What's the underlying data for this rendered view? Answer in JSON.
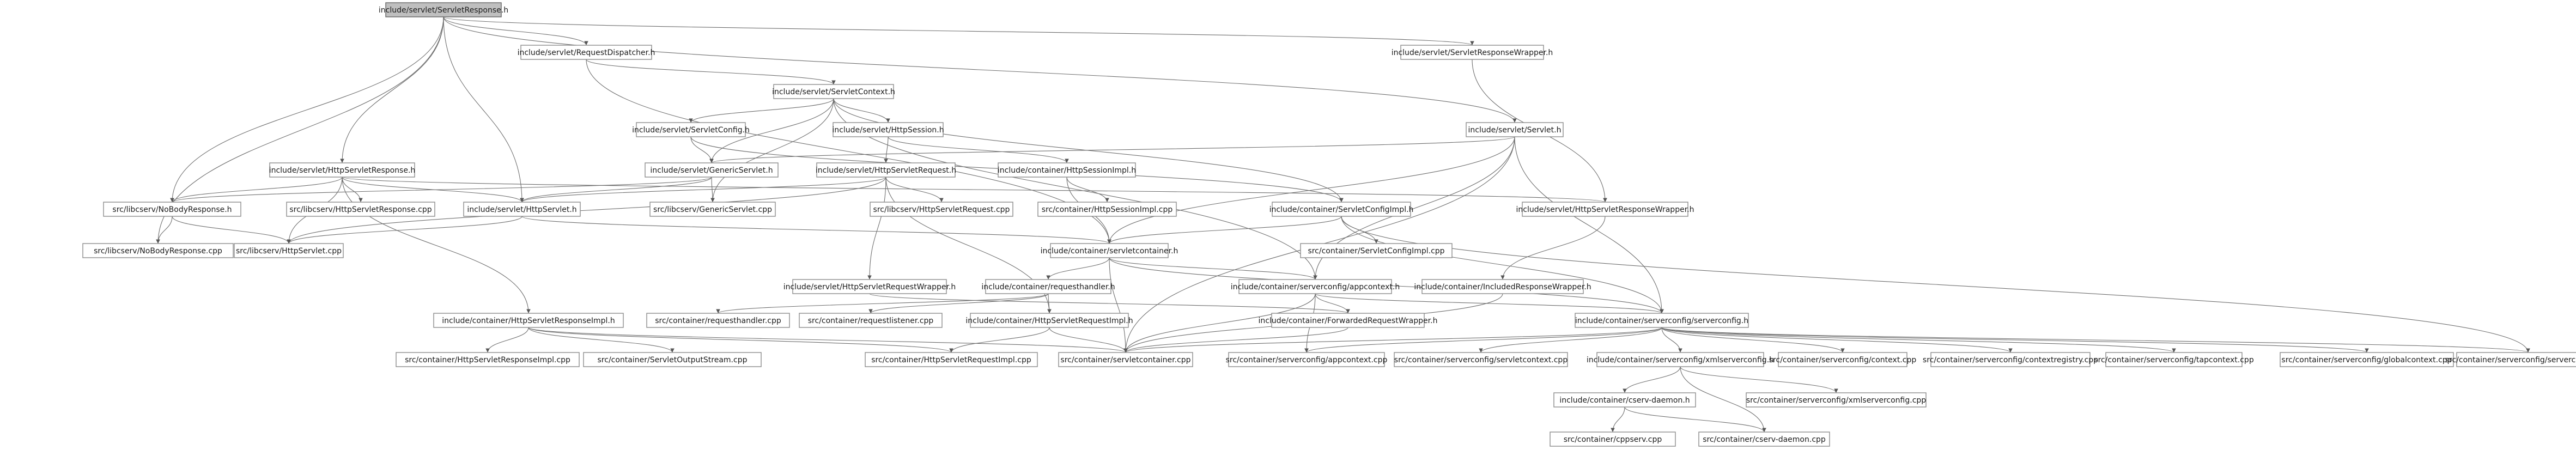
{
  "graph": {
    "root": "include/servlet/ServletResponse.h",
    "nodes": [
      {
        "id": "n0",
        "label": "include/servlet/ServletResponse.h"
      },
      {
        "id": "n1",
        "label": "include/servlet/RequestDispatcher.h"
      },
      {
        "id": "n2",
        "label": "include/servlet/ServletResponseWrapper.h"
      },
      {
        "id": "n3",
        "label": "include/servlet/ServletContext.h"
      },
      {
        "id": "n4",
        "label": "include/servlet/ServletConfig.h"
      },
      {
        "id": "n5",
        "label": "include/servlet/HttpSession.h"
      },
      {
        "id": "n6",
        "label": "include/servlet/Servlet.h"
      },
      {
        "id": "n7",
        "label": "include/servlet/HttpServletResponse.h"
      },
      {
        "id": "n8",
        "label": "include/servlet/GenericServlet.h"
      },
      {
        "id": "n9",
        "label": "include/servlet/HttpServletRequest.h"
      },
      {
        "id": "n10",
        "label": "include/container/HttpSessionImpl.h"
      },
      {
        "id": "n11",
        "label": "src/libcserv/NoBodyResponse.h"
      },
      {
        "id": "n12",
        "label": "src/libcserv/HttpServletResponse.cpp"
      },
      {
        "id": "n13",
        "label": "include/servlet/HttpServlet.h"
      },
      {
        "id": "n14",
        "label": "src/libcserv/GenericServlet.cpp"
      },
      {
        "id": "n15",
        "label": "src/libcserv/HttpServletRequest.cpp"
      },
      {
        "id": "n16",
        "label": "src/container/HttpSessionImpl.cpp"
      },
      {
        "id": "n17",
        "label": "include/container/ServletConfigImpl.h"
      },
      {
        "id": "n18",
        "label": "include/servlet/HttpServletResponseWrapper.h"
      },
      {
        "id": "n19",
        "label": "src/libcserv/NoBodyResponse.cpp"
      },
      {
        "id": "n20",
        "label": "src/libcserv/HttpServlet.cpp"
      },
      {
        "id": "n21",
        "label": "include/container/servletcontainer.h"
      },
      {
        "id": "n22",
        "label": "src/container/ServletConfigImpl.cpp"
      },
      {
        "id": "n23",
        "label": "include/servlet/HttpServletRequestWrapper.h"
      },
      {
        "id": "n24",
        "label": "include/container/requesthandler.h"
      },
      {
        "id": "n25",
        "label": "include/container/serverconfig/appcontext.h"
      },
      {
        "id": "n26",
        "label": "include/container/IncludedResponseWrapper.h"
      },
      {
        "id": "n27",
        "label": "src/container/requesthandler.cpp"
      },
      {
        "id": "n28",
        "label": "src/container/requestlistener.cpp"
      },
      {
        "id": "n29",
        "label": "include/container/ForwardedRequestWrapper.h"
      },
      {
        "id": "n30",
        "label": "include/container/serverconfig/serverconfig.h"
      },
      {
        "id": "n31",
        "label": "include/container/HttpServletResponseImpl.h"
      },
      {
        "id": "n32",
        "label": "include/container/HttpServletRequestImpl.h"
      },
      {
        "id": "n33",
        "label": "src/container/HttpServletResponseImpl.cpp"
      },
      {
        "id": "n34",
        "label": "src/container/ServletOutputStream.cpp"
      },
      {
        "id": "n35",
        "label": "src/container/HttpServletRequestImpl.cpp"
      },
      {
        "id": "n36",
        "label": "src/container/servletcontainer.cpp"
      },
      {
        "id": "n37",
        "label": "src/container/serverconfig/appcontext.cpp"
      },
      {
        "id": "n38",
        "label": "src/container/serverconfig/servletcontext.cpp"
      },
      {
        "id": "n39",
        "label": "include/container/serverconfig/xmlserverconfig.h"
      },
      {
        "id": "n40",
        "label": "src/container/serverconfig/context.cpp"
      },
      {
        "id": "n41",
        "label": "src/container/serverconfig/contextregistry.cpp"
      },
      {
        "id": "n42",
        "label": "src/container/serverconfig/tapcontext.cpp"
      },
      {
        "id": "n43",
        "label": "src/container/serverconfig/globalcontext.cpp"
      },
      {
        "id": "n44",
        "label": "src/container/serverconfig/serverconfig.cpp"
      },
      {
        "id": "n45",
        "label": "include/container/cserv-daemon.h"
      },
      {
        "id": "n46",
        "label": "src/container/serverconfig/xmlserverconfig.cpp"
      },
      {
        "id": "n47",
        "label": "src/container/cppserv.cpp"
      },
      {
        "id": "n48",
        "label": "src/container/cserv-daemon.cpp"
      }
    ],
    "edges": [
      [
        "n0",
        "n1"
      ],
      [
        "n0",
        "n2"
      ],
      [
        "n0",
        "n6"
      ],
      [
        "n0",
        "n7"
      ],
      [
        "n0",
        "n11"
      ],
      [
        "n0",
        "n13"
      ],
      [
        "n0",
        "n19"
      ],
      [
        "n1",
        "n3"
      ],
      [
        "n1",
        "n21"
      ],
      [
        "n2",
        "n18"
      ],
      [
        "n3",
        "n4"
      ],
      [
        "n3",
        "n5"
      ],
      [
        "n3",
        "n8"
      ],
      [
        "n3",
        "n14"
      ],
      [
        "n3",
        "n17"
      ],
      [
        "n3",
        "n25"
      ],
      [
        "n4",
        "n8"
      ],
      [
        "n4",
        "n17"
      ],
      [
        "n5",
        "n9"
      ],
      [
        "n5",
        "n10"
      ],
      [
        "n6",
        "n8"
      ],
      [
        "n6",
        "n21"
      ],
      [
        "n6",
        "n25"
      ],
      [
        "n6",
        "n30"
      ],
      [
        "n6",
        "n36"
      ],
      [
        "n7",
        "n11"
      ],
      [
        "n7",
        "n12"
      ],
      [
        "n7",
        "n13"
      ],
      [
        "n7",
        "n18"
      ],
      [
        "n7",
        "n20"
      ],
      [
        "n7",
        "n31"
      ],
      [
        "n8",
        "n13"
      ],
      [
        "n8",
        "n14"
      ],
      [
        "n8",
        "n11"
      ],
      [
        "n9",
        "n13"
      ],
      [
        "n9",
        "n15"
      ],
      [
        "n9",
        "n20"
      ],
      [
        "n9",
        "n23"
      ],
      [
        "n9",
        "n32"
      ],
      [
        "n10",
        "n16"
      ],
      [
        "n10",
        "n21"
      ],
      [
        "n11",
        "n19"
      ],
      [
        "n11",
        "n20"
      ],
      [
        "n13",
        "n20"
      ],
      [
        "n13",
        "n21"
      ],
      [
        "n17",
        "n21"
      ],
      [
        "n17",
        "n22"
      ],
      [
        "n17",
        "n30"
      ],
      [
        "n17",
        "n44"
      ],
      [
        "n18",
        "n26"
      ],
      [
        "n21",
        "n24"
      ],
      [
        "n21",
        "n25"
      ],
      [
        "n21",
        "n30"
      ],
      [
        "n21",
        "n36"
      ],
      [
        "n23",
        "n29"
      ],
      [
        "n24",
        "n27"
      ],
      [
        "n24",
        "n28"
      ],
      [
        "n24",
        "n32"
      ],
      [
        "n25",
        "n29"
      ],
      [
        "n25",
        "n30"
      ],
      [
        "n25",
        "n36"
      ],
      [
        "n25",
        "n37"
      ],
      [
        "n26",
        "n36"
      ],
      [
        "n29",
        "n36"
      ],
      [
        "n30",
        "n36"
      ],
      [
        "n30",
        "n37"
      ],
      [
        "n30",
        "n38"
      ],
      [
        "n30",
        "n39"
      ],
      [
        "n30",
        "n40"
      ],
      [
        "n30",
        "n41"
      ],
      [
        "n30",
        "n42"
      ],
      [
        "n30",
        "n43"
      ],
      [
        "n30",
        "n44"
      ],
      [
        "n31",
        "n33"
      ],
      [
        "n31",
        "n34"
      ],
      [
        "n31",
        "n35"
      ],
      [
        "n31",
        "n36"
      ],
      [
        "n32",
        "n35"
      ],
      [
        "n32",
        "n36"
      ],
      [
        "n39",
        "n45"
      ],
      [
        "n39",
        "n46"
      ],
      [
        "n39",
        "n48"
      ],
      [
        "n45",
        "n47"
      ],
      [
        "n45",
        "n48"
      ]
    ]
  }
}
